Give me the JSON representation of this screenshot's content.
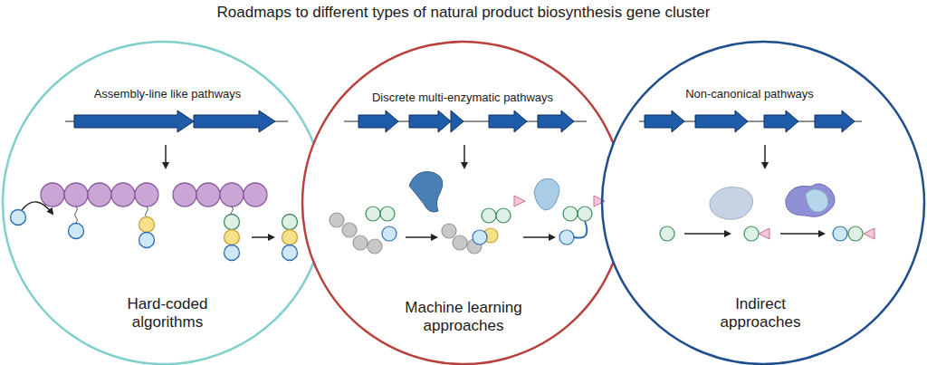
{
  "diagram": {
    "title": "Roadmaps to different types of natural product biosynthesis gene cluster",
    "nodes": [
      {
        "text": [
          "Assembly-line like pathways",
          "Hard-coded algorithms"
        ]
      },
      {
        "text": [
          "Discrete multi-enzymatic pathways",
          "Machine learning approaches"
        ]
      },
      {
        "text": [
          "Non-canonical pathways",
          "Indirect approaches"
        ]
      }
    ]
  }
}
